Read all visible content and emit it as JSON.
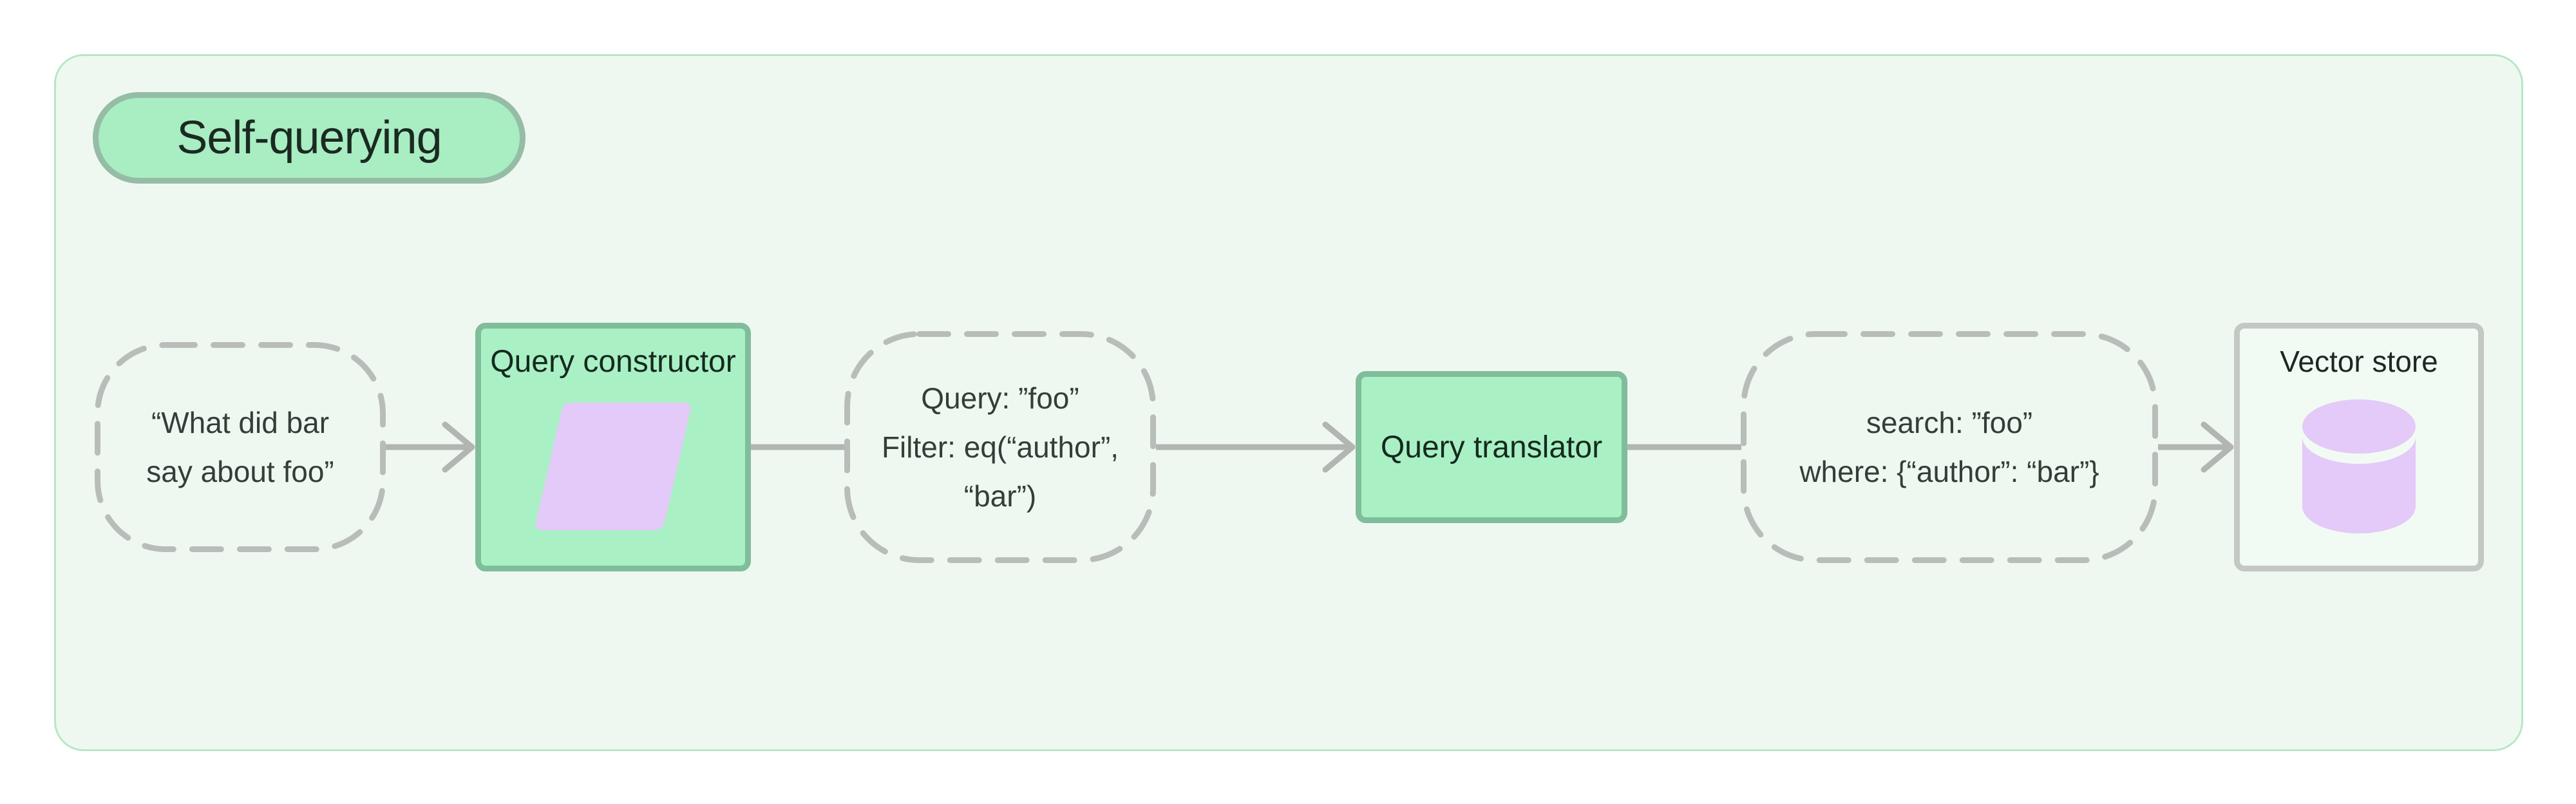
{
  "title_badge": {
    "label": "Self-querying"
  },
  "nodes": {
    "user_query": {
      "lines": [
        "“What did bar",
        "say about foo”"
      ]
    },
    "query_constructor": {
      "label": "Query constructor",
      "icon": "parallelogram-icon"
    },
    "structured_query": {
      "lines": [
        "Query: ”foo”",
        "Filter: eq(“author”, “bar”)"
      ]
    },
    "query_translator": {
      "label": "Query translator"
    },
    "translated_query": {
      "lines": [
        "search: ”foo”",
        "where: {“author”: “bar”}"
      ]
    },
    "vector_store": {
      "label": "Vector store",
      "icon": "database-icon"
    }
  },
  "colors": {
    "page_background": "#ffffff",
    "panel_background": "#eef8f1",
    "panel_border": "#b6e8c7",
    "badge_fill": "#a9edc3",
    "badge_border": "#95bda5",
    "box_fill": "#aaf0c5",
    "box_border": "#80bd9b",
    "dashed_border": "#b9bdb9",
    "outline_box_border": "#c3c8c4",
    "accent_lavender": "#e3caf8",
    "connector_gray": "#b2b5b2",
    "title_text": "#1b2a21",
    "node_text": "#333e38"
  }
}
